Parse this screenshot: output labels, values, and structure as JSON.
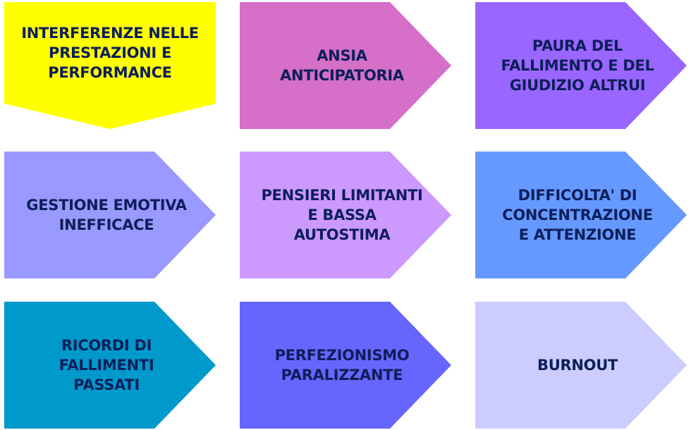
{
  "items": [
    {
      "label": "INTERFERENZE NELLE PRESTAZIONI E PERFORMANCE",
      "color": "#FFFF00"
    },
    {
      "label": "ANSIA ANTICIPATORIA",
      "color": "#D56FC8"
    },
    {
      "label": "PAURA DEL FALLIMENTO E DEL GIUDIZIO ALTRUI",
      "color": "#9966FF"
    },
    {
      "label": "GESTIONE EMOTIVA INEFFICACE",
      "color": "#9999FF"
    },
    {
      "label": "PENSIERI LIMITANTI E BASSA AUTOSTIMA",
      "color": "#CC99FF"
    },
    {
      "label": "DIFFICOLTA' DI CONCENTRAZIONE E ATTENZIONE",
      "color": "#6699FF"
    },
    {
      "label": "RICORDI DI FALLIMENTI PASSATI",
      "color": "#0099CC"
    },
    {
      "label": "PERFEZIONISMO PARALIZZANTE",
      "color": "#6666FF"
    },
    {
      "label": "BURNOUT",
      "color": "#CCCCFF"
    }
  ]
}
